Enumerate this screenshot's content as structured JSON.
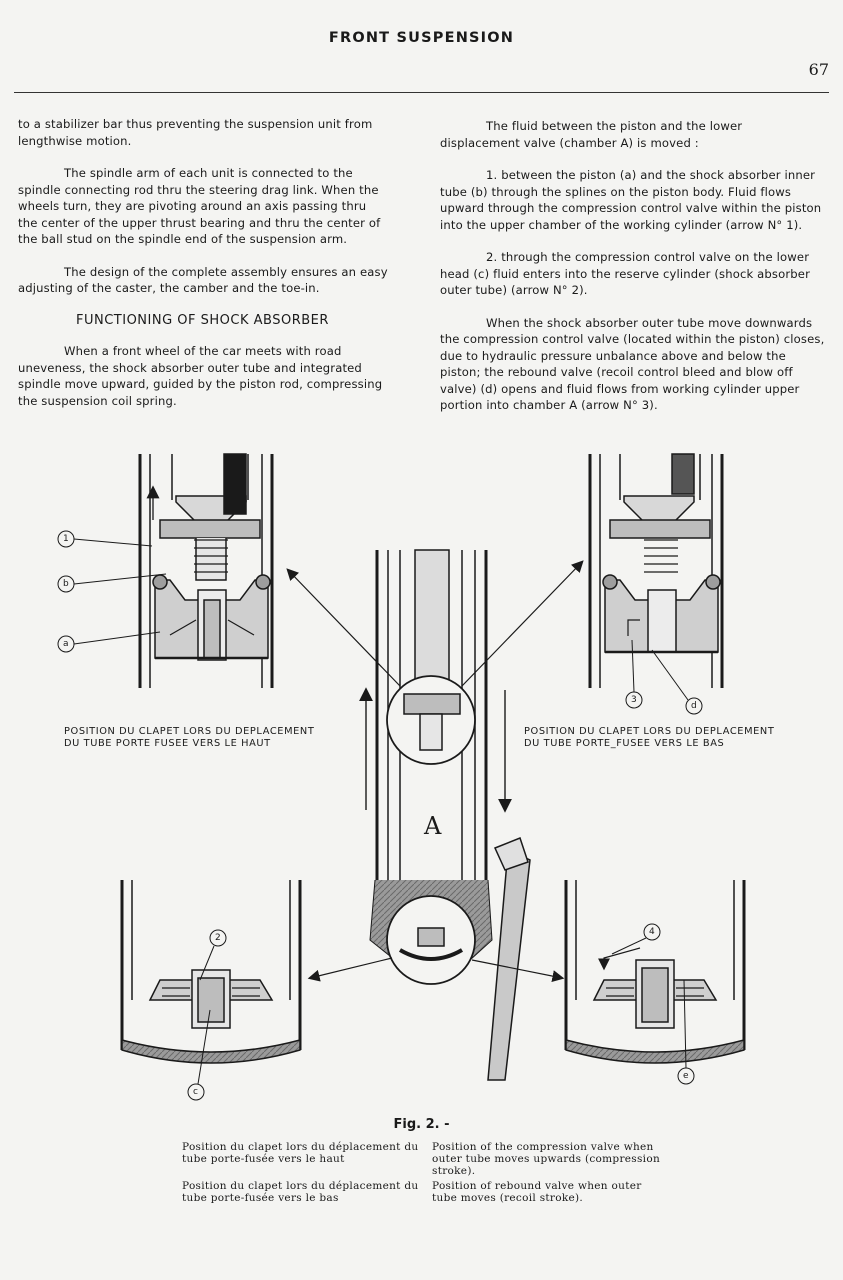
{
  "header": {
    "title": "FRONT SUSPENSION",
    "page_number": "67"
  },
  "left_column": {
    "p1": "to a stabilizer bar thus preventing the suspension unit from lengthwise motion.",
    "p2": "The spindle arm of each unit is connected to the spindle connecting rod thru the steering drag link. When the wheels turn, they are pivoting around an axis passing thru the center of the upper thrust bearing and thru the center of the ball stud on the spindle end of the suspension arm.",
    "p3": "The design of the complete assembly ensures an easy adjusting of the caster, the camber and the toe-in.",
    "heading": "FUNCTIONING OF SHOCK ABSORBER",
    "p4": "When a front wheel of the car meets with road uneveness, the shock absorber outer tube and integrated spindle move upward, guided by the piston rod, compressing the suspension coil spring."
  },
  "right_column": {
    "p1": "The fluid between the piston and the lower displacement valve (chamber A) is moved :",
    "p2": "1. between the piston (a) and the shock absorber inner tube (b) through the splines on the piston body. Fluid flows upward through the compression control valve within the piston into the upper chamber of the working cylinder (arrow N° 1).",
    "p3": "2. through the compression control valve on the lower head (c) fluid enters into the reserve cylinder (shock absorber outer tube) (arrow N° 2).",
    "p4": "When the shock absorber outer tube move downwards the compression control valve (located within the piston) closes, due to hydraulic pressure unbalance above and below the piston; the rebound valve (recoil control bleed and blow off valve) (d) opens and fluid flows from working cylinder upper portion into chamber A (arrow N° 3)."
  },
  "figure": {
    "callouts": {
      "c1": "1",
      "cb": "b",
      "ca": "a",
      "c3": "3",
      "cd": "d",
      "c2": "2",
      "cc": "c",
      "c4": "4",
      "ce": "e"
    },
    "label_upper_left_1": "POSITION DU CLAPET LORS DU DEPLACEMENT",
    "label_upper_left_2": "DU TUBE PORTE FUSEE VERS LE HAUT",
    "label_upper_right_1": "POSITION DU CLAPET LORS DU DEPLACEMENT",
    "label_upper_right_2": "DU TUBE PORTE_FUSEE VERS LE BAS",
    "chamber": "A",
    "title": "Fig. 2. -",
    "caption_fr_1": "Position du clapet lors du déplacement du tube porte-fusée vers le haut",
    "caption_en_1": "Position of the compression valve when outer tube moves upwards (compression stroke).",
    "caption_fr_2": "Position du clapet lors du déplacement du tube porte-fusée vers le bas",
    "caption_en_2": "Position of rebound valve when outer tube moves (recoil stroke)."
  }
}
